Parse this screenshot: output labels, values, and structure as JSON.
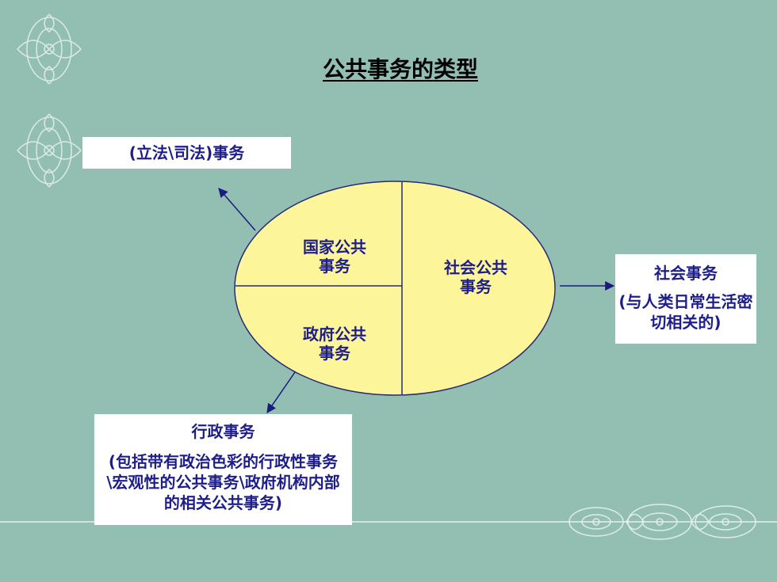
{
  "title": "公共事务的类型",
  "ellipse": {
    "state_public": "国家公共\n事务",
    "government_public": "政府公共\n事务",
    "social_public": "社会公共\n事务"
  },
  "boxes": {
    "legislative": "(立法\\司法)事务",
    "social": {
      "heading": "社会事务",
      "detail": "(与人类日常生活密切相关的)"
    },
    "administrative": {
      "heading": "行政事务",
      "detail": "(包括带有政治色彩的行政性事务\\宏观性的公共事务\\政府机构内部的相关公共事务)"
    }
  },
  "colors": {
    "background": "#93bfb3",
    "ellipse_fill": "#fdf59a",
    "text": "#1e1e8a",
    "arrow": "#1a1a80"
  }
}
